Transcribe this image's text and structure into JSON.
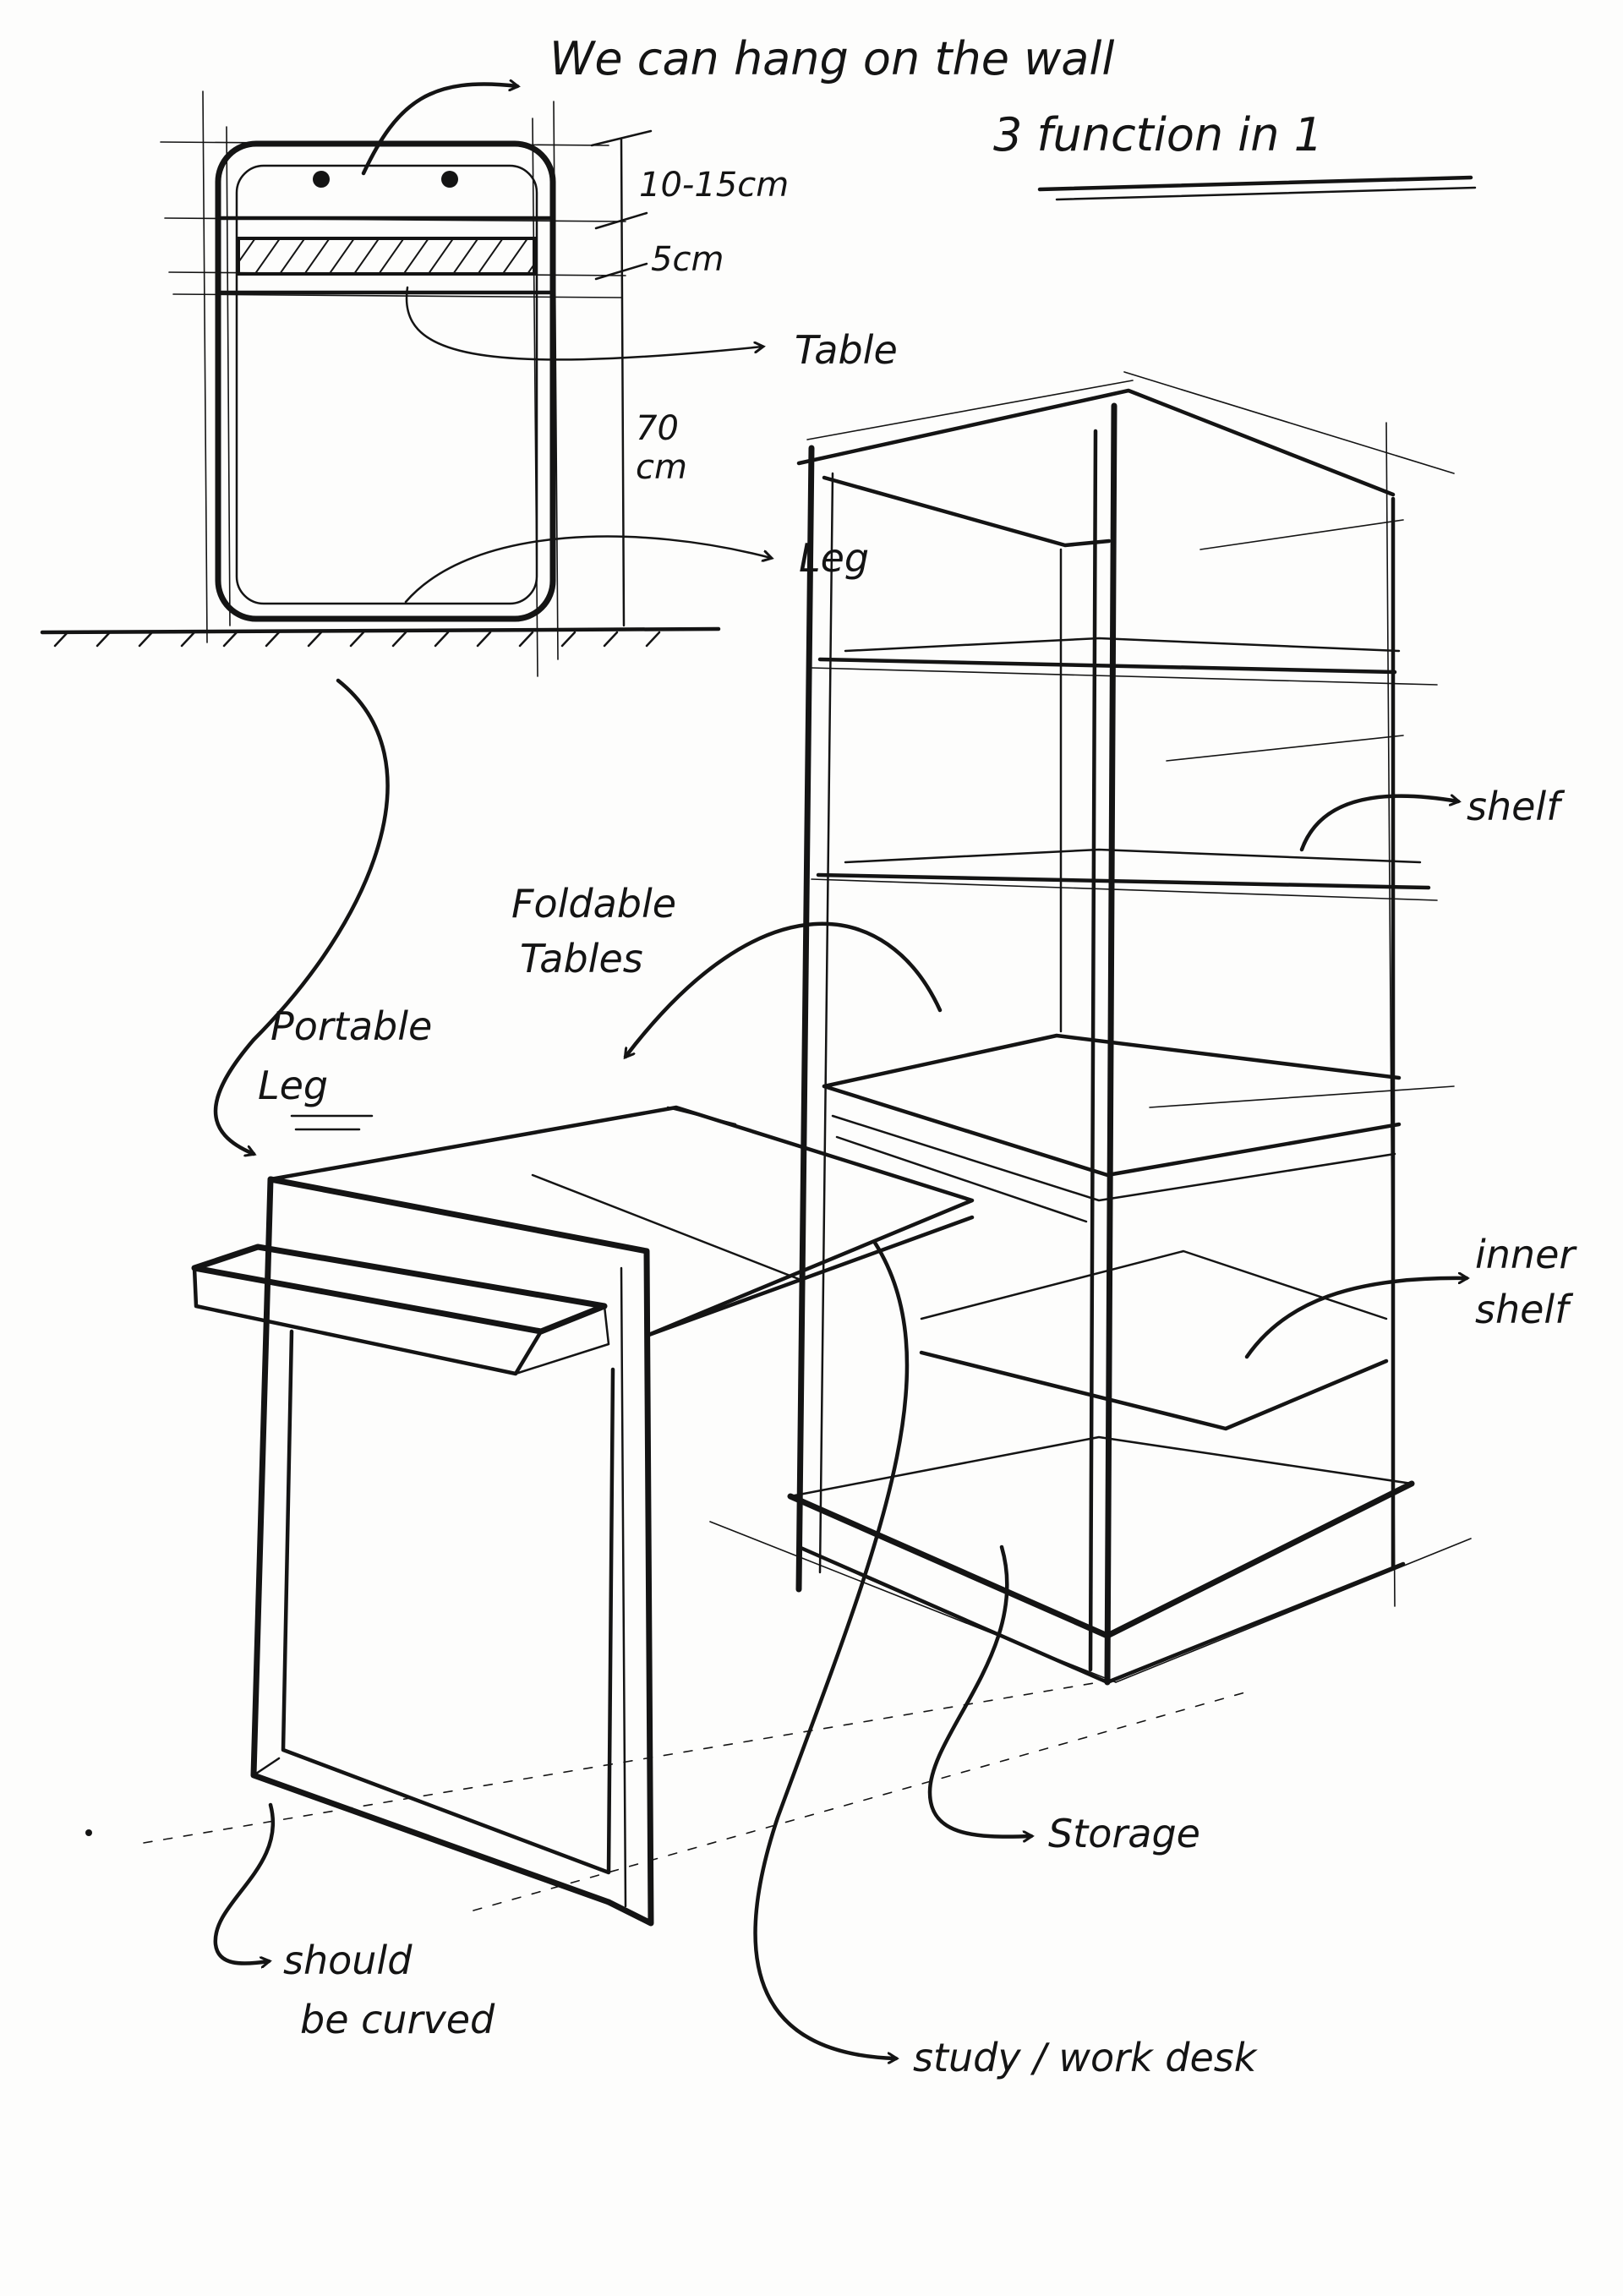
{
  "sheet": {
    "paper_color": "#fdfdfc",
    "ink_color": "#141414"
  },
  "headline": {
    "hang": "We can hang on the wall",
    "function": "3 function in 1"
  },
  "front_view": {
    "dim_top": "10-15cm",
    "dim_mid": "5cm",
    "dim_height_value": "70",
    "dim_height_unit": "cm",
    "label_table": "Table",
    "label_leg": "Leg"
  },
  "perspective": {
    "label_foldable_1": "Foldable",
    "label_foldable_2": "Tables",
    "label_portable_1": "Portable",
    "label_portable_2": "Leg",
    "label_shelf": "shelf",
    "label_inner_1": "inner",
    "label_inner_2": "shelf",
    "label_storage": "Storage",
    "label_curved_1": "should",
    "label_curved_2": "be curved",
    "label_desk": "study / work desk"
  }
}
